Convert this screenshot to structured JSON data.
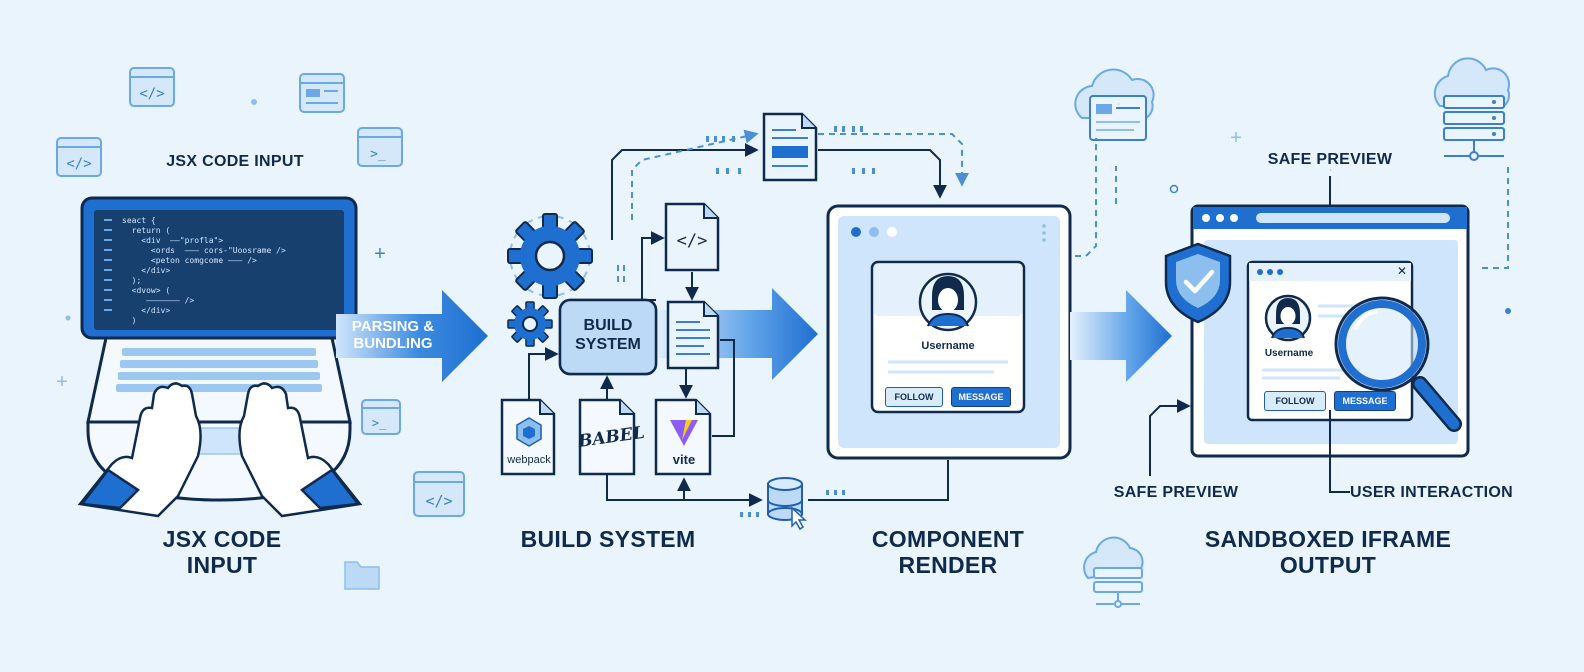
{
  "labels": {
    "jsx_input_top": "JSX CODE INPUT",
    "jsx_input_bottom": "JSX CODE\nINPUT",
    "build_system_bottom": "BUILD SYSTEM",
    "component_render_bottom": "COMPONENT\nRENDER",
    "sandboxed_output_bottom": "SANDBOXED IFRAME\nOUTPUT",
    "safe_preview_top": "SAFE PREVIEW",
    "safe_preview_side": "SAFE PREVIEW",
    "user_interaction": "USER INTERACTION"
  },
  "arrow": {
    "parsing_bundling": "PARSING &\nBUNDLING"
  },
  "build_box": {
    "title": "BUILD\nSYSTEM"
  },
  "tools": {
    "webpack": "webpack",
    "babel": "BABEL",
    "vite": "vite"
  },
  "code_lines": [
    "seact {",
    "  return (",
    "    <div  ——\"profla\">",
    "      <ords  ——— cors-\"Uoosrame />",
    "      <peton comgcome ——— />",
    "    </div>",
    "  );",
    "  <dvow> (",
    "     ——————— />",
    "    </div>",
    "  )"
  ],
  "render_card": {
    "username": "Username",
    "follow": "FOLLOW",
    "message": "MESSAGE"
  },
  "sandbox_card": {
    "username": "Username",
    "follow": "FOLLOW",
    "message": "MESSAGE",
    "close": "✕"
  },
  "colors": {
    "background": "#eaf4fc",
    "accent": "#1f6fd1",
    "dark": "#0f2a4d",
    "light": "#cfe5fb"
  }
}
